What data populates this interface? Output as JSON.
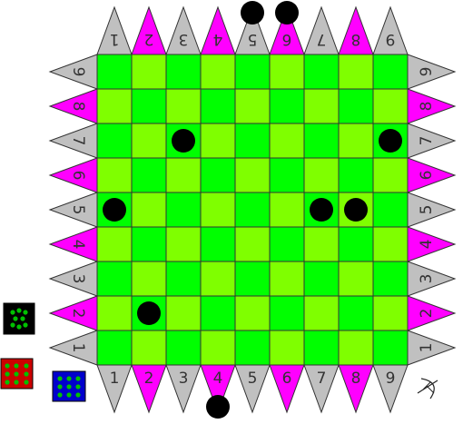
{
  "game": {
    "grid_size": 9,
    "colors": {
      "light_square": "#7FFF00",
      "dark_square": "#00FF00",
      "grid_line": "#333333",
      "spike_gray": "#C0C0C0",
      "spike_magenta": "#FF00FF",
      "piece": "#000000",
      "text": "#333333"
    },
    "top_labels": [
      "1",
      "2",
      "3",
      "4",
      "5",
      "6",
      "7",
      "8",
      "9"
    ],
    "bottom_labels": [
      "1",
      "2",
      "3",
      "4",
      "5",
      "6",
      "7",
      "8",
      "9"
    ],
    "left_labels_top_to_bottom": [
      "9",
      "8",
      "7",
      "6",
      "5",
      "4",
      "3",
      "2",
      "1"
    ],
    "right_labels_top_to_bottom": [
      "9",
      "8",
      "7",
      "6",
      "5",
      "4",
      "3",
      "2",
      "1"
    ],
    "pieces_on_board": [
      {
        "col": 3,
        "row": 3
      },
      {
        "col": 9,
        "row": 3
      },
      {
        "col": 1,
        "row": 5
      },
      {
        "col": 7,
        "row": 5
      },
      {
        "col": 8,
        "row": 5
      },
      {
        "col": 2,
        "row": 8
      }
    ],
    "pieces_off_board": [
      {
        "side": "top",
        "position": 5
      },
      {
        "side": "top",
        "position": 6
      },
      {
        "side": "bottom",
        "position": 4
      }
    ],
    "side_icons": [
      {
        "name": "dice-green-icon",
        "bg": "#000000",
        "dots": "#00C000"
      },
      {
        "name": "dice-red-icon",
        "bg": "#CC0000",
        "dots": "#00C000"
      },
      {
        "name": "dice-blue-icon",
        "bg": "#0000CC",
        "dots": "#00C000"
      }
    ],
    "rotate_icon": "rotate-board-icon"
  }
}
